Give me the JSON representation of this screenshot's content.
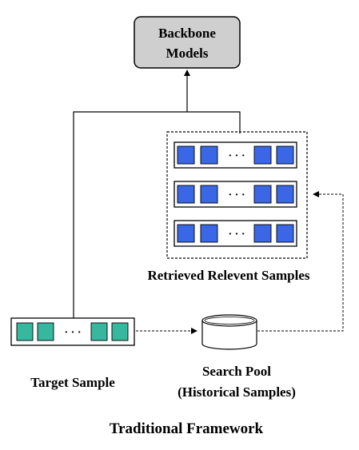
{
  "backbone_box": {
    "line1": "Backbone",
    "line2": "Models",
    "fill": "#cfcfcf"
  },
  "retrieved_group": {
    "label": "Retrieved Relevent Samples",
    "rows": 3,
    "cell_color": "#3a67e6"
  },
  "target_sample": {
    "label": "Target Sample",
    "cell_color": "#37b89e"
  },
  "search_pool": {
    "line1": "Search Pool",
    "line2": "(Historical Samples)"
  },
  "ellipsis": "· · ·",
  "caption": "Traditional Framework"
}
